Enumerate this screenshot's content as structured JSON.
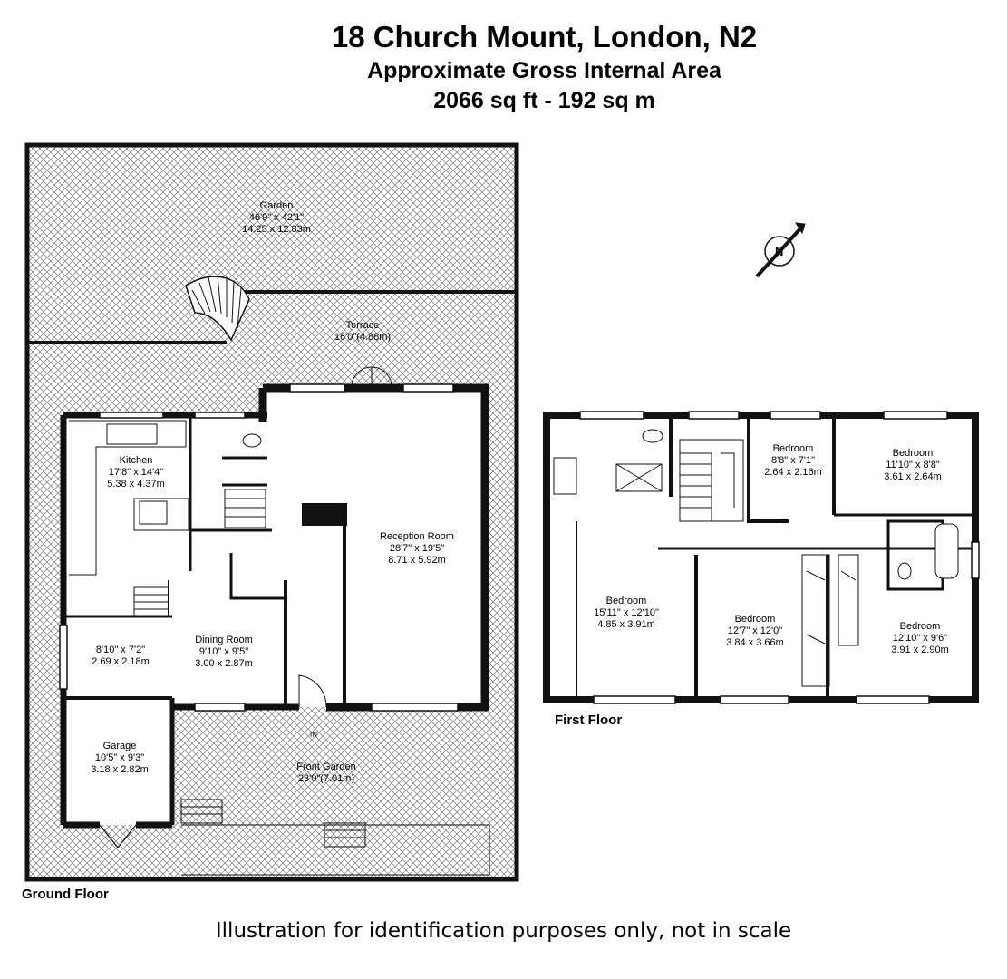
{
  "header": {
    "title": "18 Church Mount, London, N2",
    "subtitle": "Approximate Gross Internal Area",
    "area": "2066 sq ft - 192 sq m"
  },
  "compass": {
    "label": "N"
  },
  "ground_floor": {
    "label": "Ground Floor",
    "rooms": {
      "garden": {
        "name": "Garden",
        "imperial": "46'9\" x 42'1\"",
        "metric": "14.25 x 12.83m"
      },
      "terrace": {
        "name": "Terrace",
        "size": "16'0\"(4.88m)"
      },
      "kitchen": {
        "name": "Kitchen",
        "imperial": "17'8\" x 14'4\"",
        "metric": "5.38 x 4.37m"
      },
      "reception": {
        "name": "Reception Room",
        "imperial": "28'7\" x 19'5\"",
        "metric": "8.71 x 5.92m"
      },
      "utility": {
        "imperial": "8'10\" x 7'2\"",
        "metric": "2.69 x 2.18m"
      },
      "dining": {
        "name": "Dining Room",
        "imperial": "9'10\" x 9'5\"",
        "metric": "3.00 x 2.87m"
      },
      "garage": {
        "name": "Garage",
        "imperial": "10'5\" x 9'3\"",
        "metric": "3.18 x 2.82m"
      },
      "front_garden": {
        "name": "Front Garden",
        "size": "23'0\"(7.01m)"
      }
    },
    "entrance": "IN"
  },
  "first_floor": {
    "label": "First Floor",
    "rooms": {
      "bed_small": {
        "name": "Bedroom",
        "imperial": "8'8\" x 7'1\"",
        "metric": "2.64 x 2.16m"
      },
      "bed_ne": {
        "name": "Bedroom",
        "imperial": "11'10\" x 8'8\"",
        "metric": "3.61 x 2.64m"
      },
      "bed_main": {
        "name": "Bedroom",
        "imperial": "15'11\" x 12'10\"",
        "metric": "4.85 x 3.91m"
      },
      "bed_mid": {
        "name": "Bedroom",
        "imperial": "12'7\" x 12'0\"",
        "metric": "3.84 x 3.66m"
      },
      "bed_se": {
        "name": "Bedroom",
        "imperial": "12'10\" x 9'6\"",
        "metric": "3.91 x 2.90m"
      }
    }
  },
  "footer": "Illustration for identification purposes only, not in scale",
  "colors": {
    "wall": "#111111",
    "hatch": "#555555",
    "background": "#ffffff"
  }
}
